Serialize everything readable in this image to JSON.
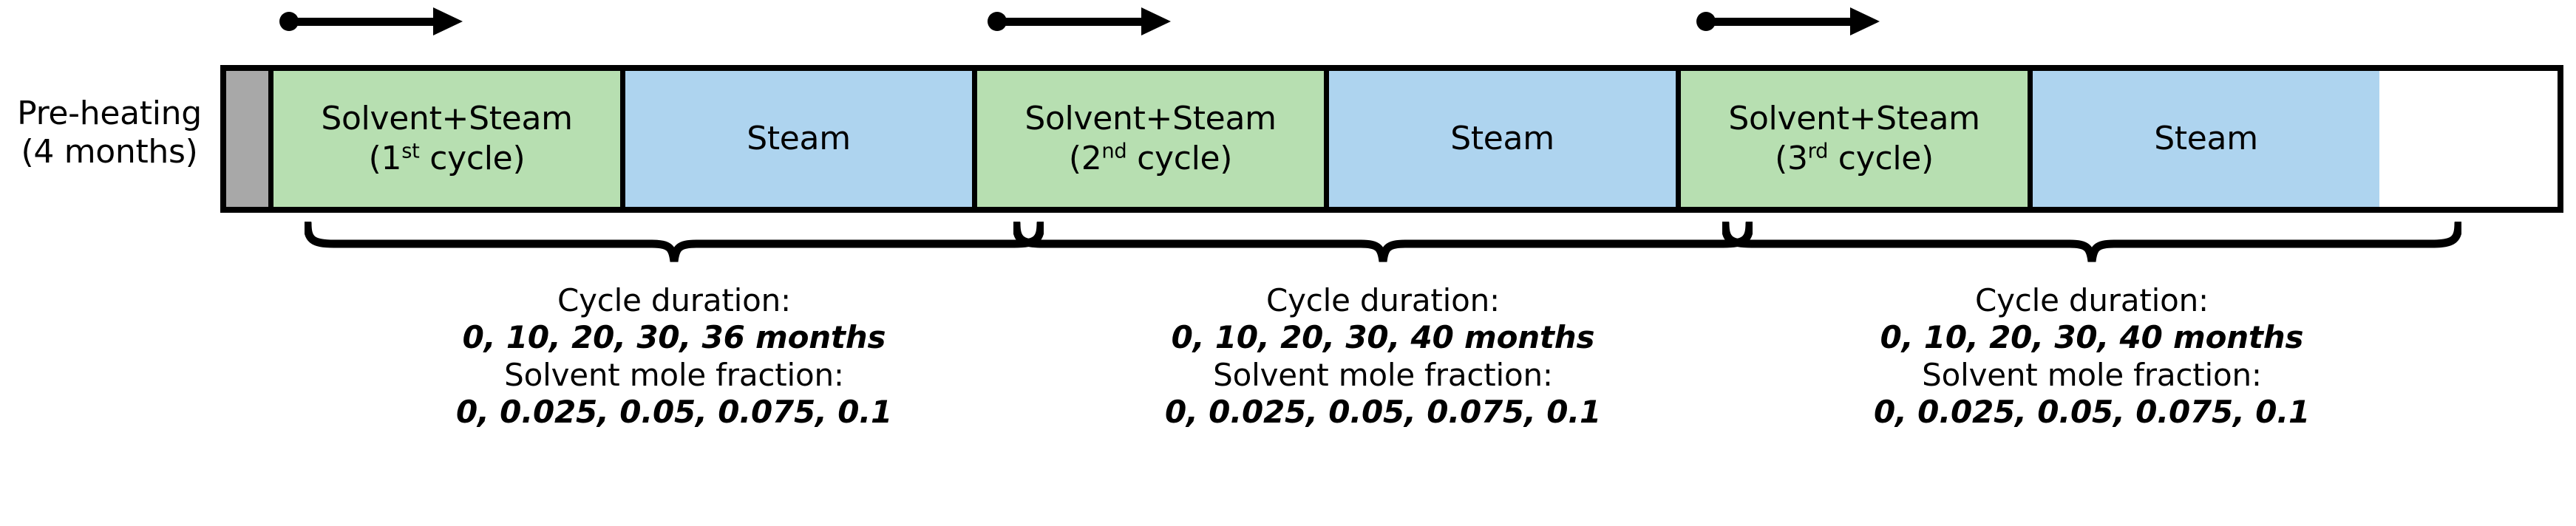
{
  "preheating": {
    "line1": "Pre-heating",
    "line2": "(4 months)"
  },
  "bar": {
    "segments": [
      {
        "kind": "preheat",
        "label": "",
        "sub": ""
      },
      {
        "kind": "solvent",
        "label": "Solvent+Steam",
        "ordinal": "1",
        "ordinal_suffix": "st",
        "sub_tail": " cycle)"
      },
      {
        "kind": "steam",
        "label": "Steam"
      },
      {
        "kind": "solvent",
        "label": "Solvent+Steam",
        "ordinal": "2",
        "ordinal_suffix": "nd",
        "sub_tail": " cycle)"
      },
      {
        "kind": "steam",
        "label": "Steam"
      },
      {
        "kind": "solvent",
        "label": "Solvent+Steam",
        "ordinal": "3",
        "ordinal_suffix": "rd",
        "sub_tail": " cycle)"
      },
      {
        "kind": "steam",
        "label": "Steam"
      }
    ],
    "solvent_label": "Solvent+Steam",
    "steam_label": "Steam",
    "cycle_open_paren": "(",
    "cycle_tail": " cycle)"
  },
  "cycles": [
    {
      "ordinal": "1",
      "ordinal_suffix": "st",
      "duration_header": "Cycle duration:",
      "duration_values": "0, 10, 20, 30, 36 months",
      "fraction_header": "Solvent mole fraction:",
      "fraction_values": "0, 0.025, 0.05, 0.075, 0.1"
    },
    {
      "ordinal": "2",
      "ordinal_suffix": "nd",
      "duration_header": "Cycle duration:",
      "duration_values": "0, 10, 20, 30, 40 months",
      "fraction_header": "Solvent mole fraction:",
      "fraction_values": "0, 0.025, 0.05, 0.075, 0.1"
    },
    {
      "ordinal": "3",
      "ordinal_suffix": "rd",
      "duration_header": "Cycle duration:",
      "duration_values": "0, 10, 20, 30, 40 months",
      "fraction_header": "Solvent mole fraction:",
      "fraction_values": "0, 0.025, 0.05, 0.075, 0.1"
    }
  ],
  "colors": {
    "solvent_fill": "#b7dfb1",
    "steam_fill": "#aed4ef",
    "preheat_fill": "#a8a8a8",
    "stroke": "#000000",
    "background": "#ffffff"
  }
}
